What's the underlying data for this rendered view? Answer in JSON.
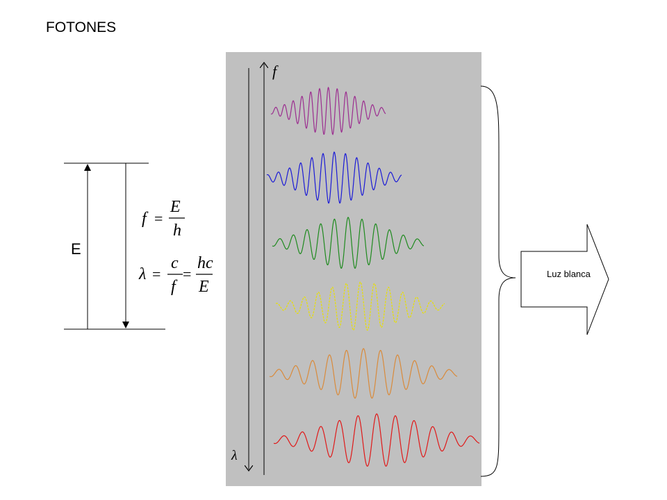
{
  "title": "FOTONES",
  "energy_label": "E",
  "formula1": {
    "lhs": "f",
    "num": "E",
    "den": "h"
  },
  "formula2": {
    "lhs": "λ",
    "num1": "c",
    "den1": "f",
    "num2": "hc",
    "den2": "E"
  },
  "axis": {
    "top_label": "f",
    "bottom_label": "λ"
  },
  "arrow_label": "Luz blanca",
  "colors": {
    "panel": "#c0c0c0",
    "violet": "#9b2d8f",
    "blue": "#1a1ad6",
    "green": "#1e8a1e",
    "yellow": "#e8e000",
    "orange": "#d98a3a",
    "red": "#e01818"
  },
  "waves": [
    {
      "name": "violet",
      "color": "#9b2d8f",
      "amplitude": 34,
      "cycles": 13,
      "dashed": false
    },
    {
      "name": "blue",
      "color": "#1a1ad6",
      "amplitude": 37,
      "cycles": 12,
      "dashed": false
    },
    {
      "name": "green",
      "color": "#1e8a1e",
      "amplitude": 37,
      "cycles": 11,
      "dashed": false
    },
    {
      "name": "yellow",
      "color": "#e8e000",
      "amplitude": 35,
      "cycles": 12,
      "dashed": true
    },
    {
      "name": "orange",
      "color": "#d98a3a",
      "amplitude": 36,
      "cycles": 11,
      "dashed": false
    },
    {
      "name": "red",
      "color": "#e01818",
      "amplitude": 38,
      "cycles": 11,
      "dashed": false
    }
  ]
}
